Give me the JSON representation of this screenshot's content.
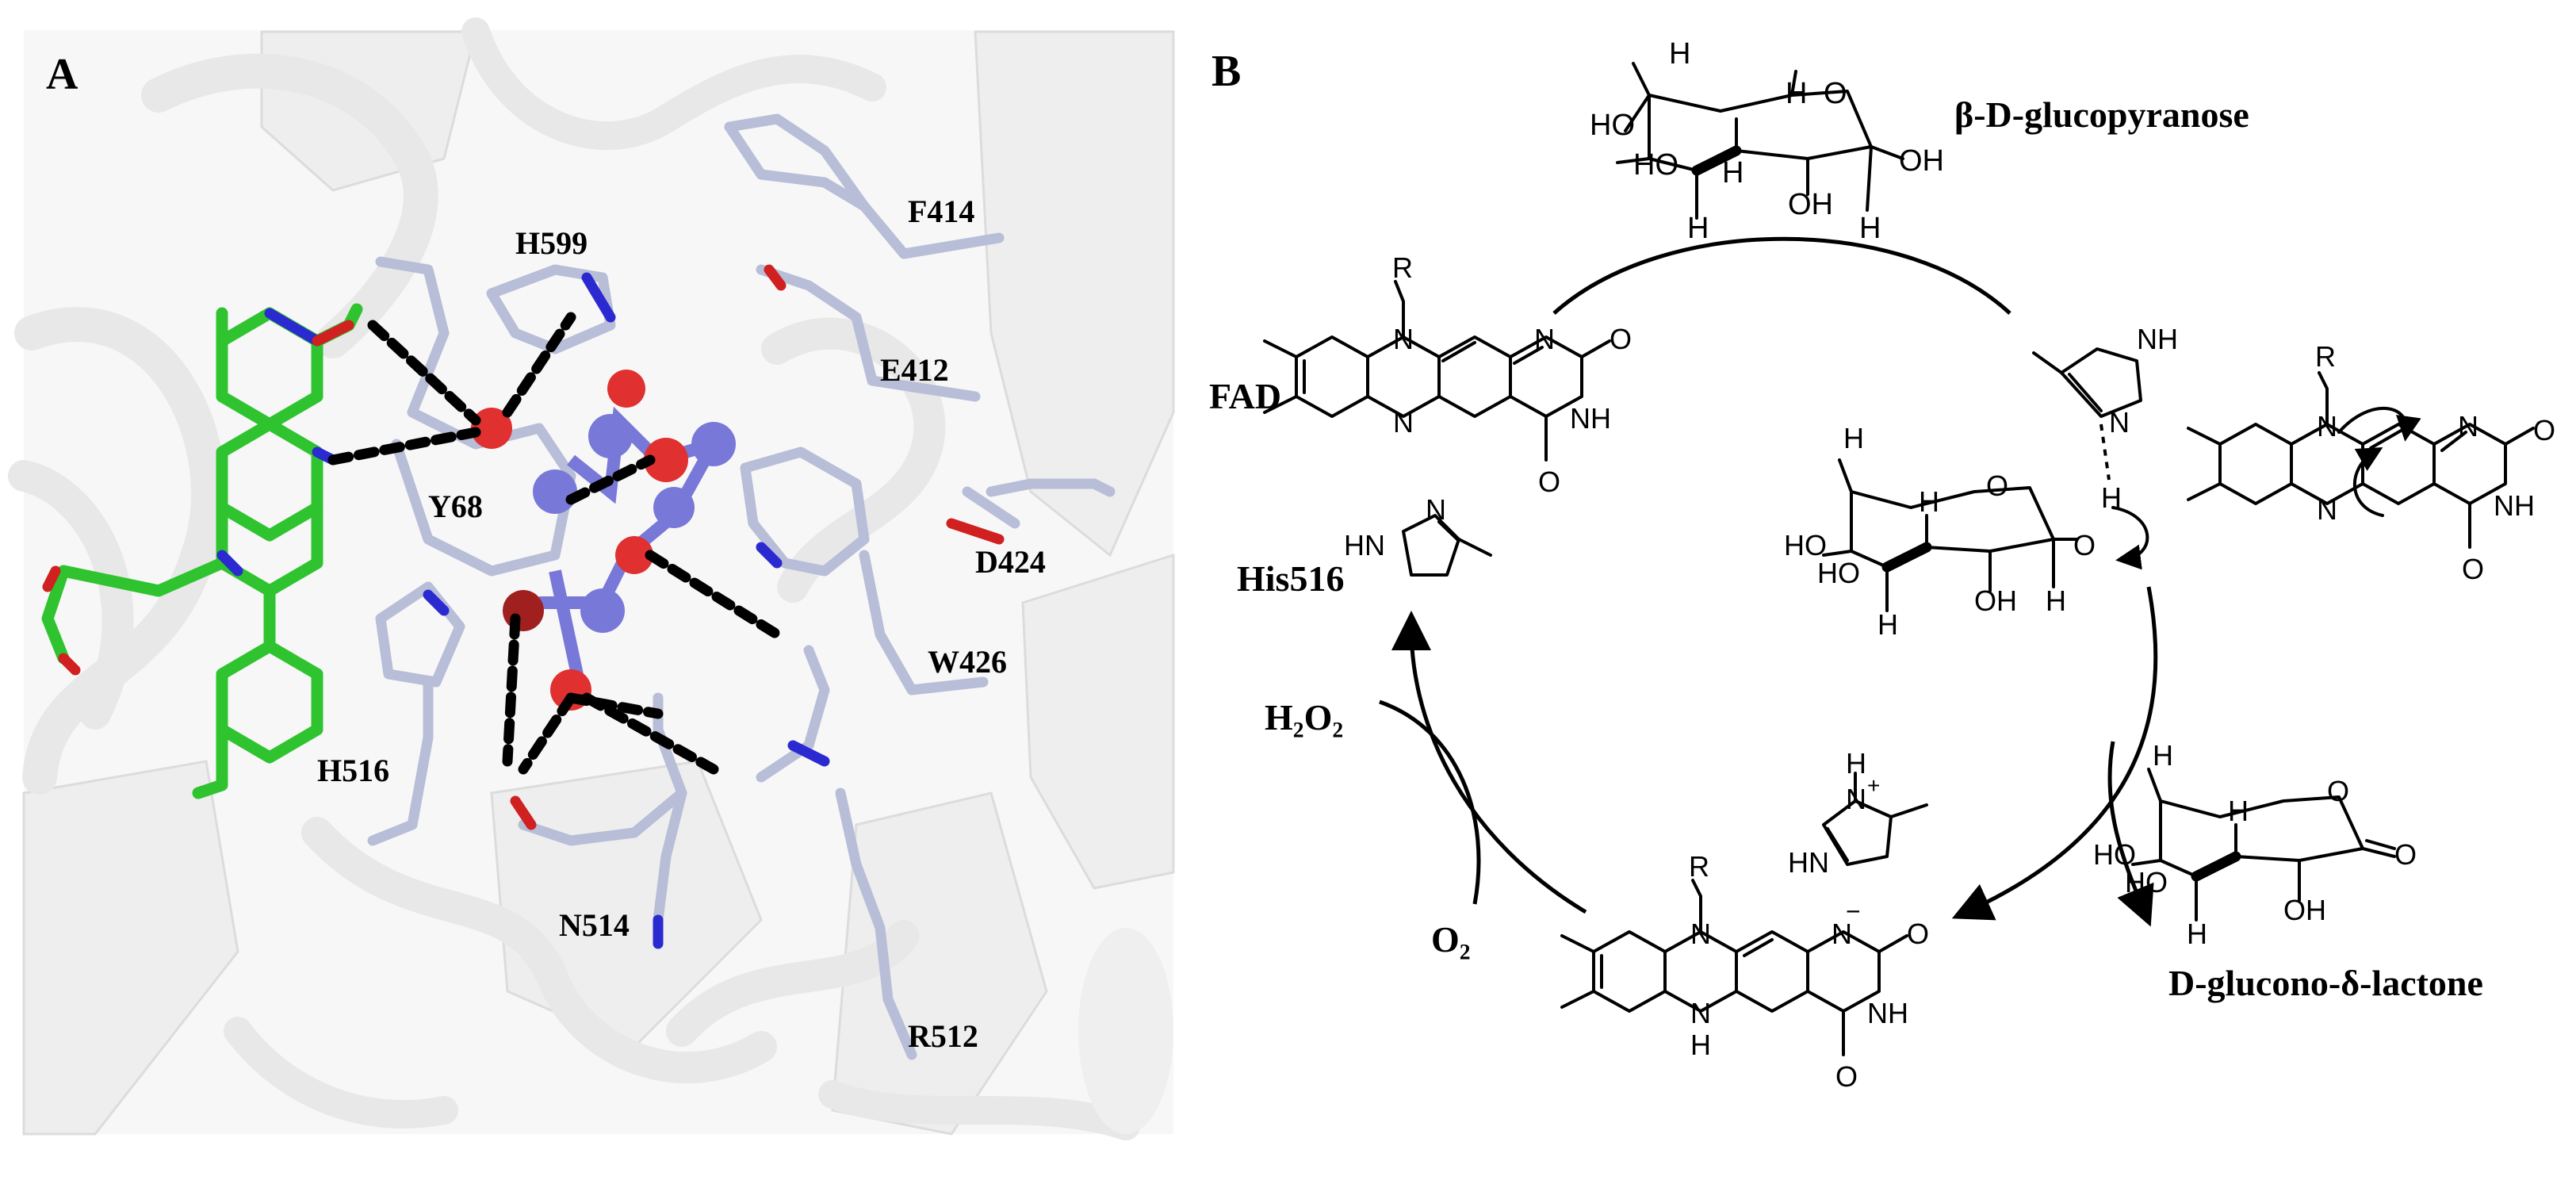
{
  "panel_a": {
    "panel_label": "A",
    "residue_labels": {
      "h599": "H599",
      "f414": "F414",
      "e412": "E412",
      "y68": "Y68",
      "d424": "D424",
      "w426": "W426",
      "h516": "H516",
      "n514": "N514",
      "r512": "R512"
    }
  },
  "panel_b": {
    "panel_label": "B",
    "compounds": {
      "glucopyranose": "β-D-glucopyranose",
      "fad": "FAD",
      "his": "His516",
      "lactone": "D-glucono-δ-lactone",
      "h2o2": "H₂O₂",
      "o2": "O₂"
    }
  },
  "colors": {
    "carbon_fad": "#2fc42f",
    "carbon_residue": "#b8bdd8",
    "nitrogen": "#2a2ad0",
    "oxygen": "#d02020",
    "substrate": "#7878d8",
    "cartoon": "#eeeeee"
  }
}
